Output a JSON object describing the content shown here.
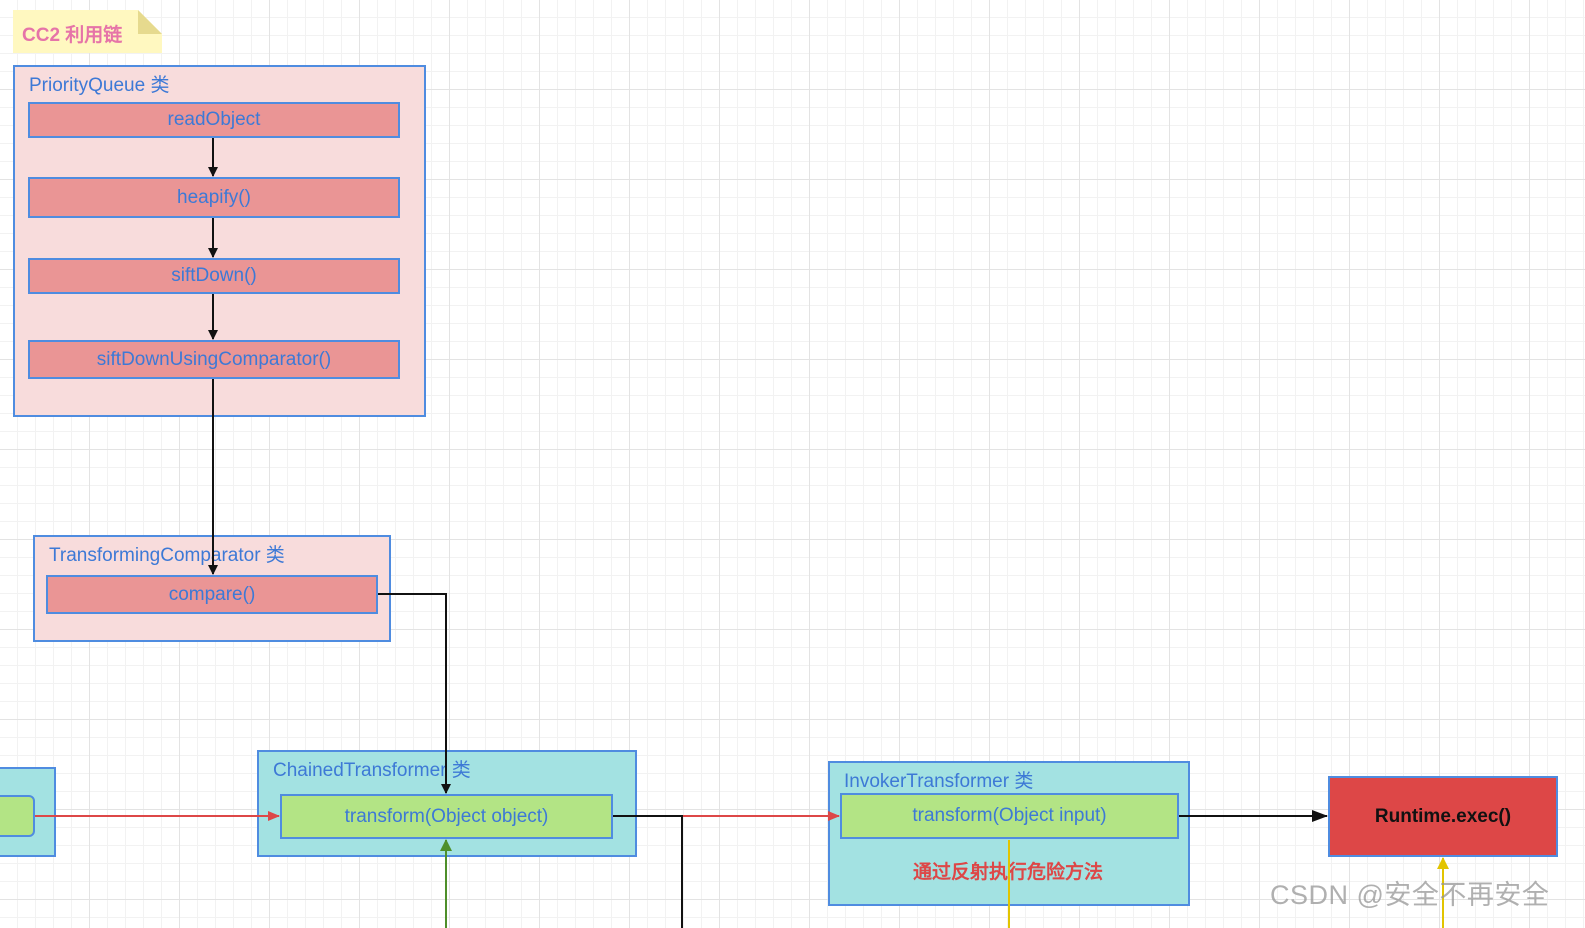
{
  "note": {
    "label": "CC2 利用链"
  },
  "groups": {
    "priority_queue": {
      "title": "PriorityQueue 类",
      "methods": [
        "readObject",
        "heapify()",
        "siftDown()",
        "siftDownUsingComparator()"
      ]
    },
    "transforming_comparator": {
      "title": "TransformingComparator 类",
      "methods": [
        "compare()"
      ]
    },
    "chained_transformer": {
      "title": "ChainedTransformer 类",
      "methods": [
        "transform(Object object)"
      ]
    },
    "invoker_transformer": {
      "title": "InvokerTransformer 类",
      "methods": [
        "transform(Object input)"
      ],
      "note": "通过反射执行危险方法"
    }
  },
  "runtime": {
    "label": "Runtime.exec()"
  },
  "watermark": "CSDN @安全不再安全",
  "colors": {
    "group_border": "#4f8ce0",
    "text_blue": "#3d79d6",
    "pink_group": "#f8dcdc",
    "red_method": "#ea9595",
    "cyan_group": "#a3e2e2",
    "green_method": "#b3e485",
    "runtime_fill": "#dd4747",
    "note_fill": "#fff8c0",
    "note_text": "#e674a8",
    "edge_black": "#111111",
    "edge_red": "#dd4747",
    "edge_green": "#4e8f2a",
    "edge_yellow": "#e2c400"
  }
}
